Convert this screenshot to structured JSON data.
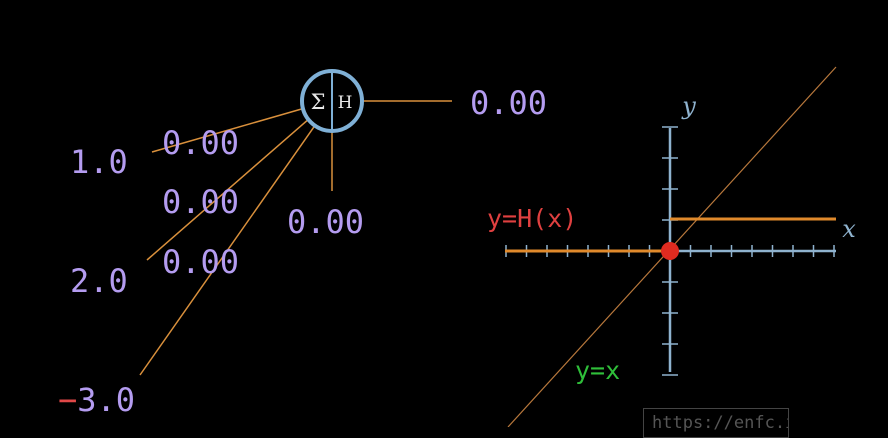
{
  "neuron": {
    "sum_symbol": "Σ",
    "activation_symbol": "H",
    "output_value": "0.00",
    "bias_value": "0.00",
    "inputs": [
      {
        "value": "1.0",
        "weight": "0.00"
      },
      {
        "value": "2.0",
        "weight": "0.00"
      },
      {
        "sign": "−",
        "value": "3.0",
        "weight": "0.00"
      }
    ]
  },
  "graph": {
    "x_axis_label": "x",
    "y_axis_label": "y",
    "step_label": "y=H(x)",
    "identity_label": "y=x"
  },
  "watermark": "https://enfc.io",
  "colors": {
    "background": "#000000",
    "edge": "#d9903c",
    "axis": "#8fb3cf",
    "neuron_ring": "#7fb0d6",
    "value_text": "#b49cf0",
    "step_line": "#e08a2c",
    "step_label": "#e04040",
    "identity_label": "#2fbf3a",
    "origin_dot": "#e02b20"
  }
}
